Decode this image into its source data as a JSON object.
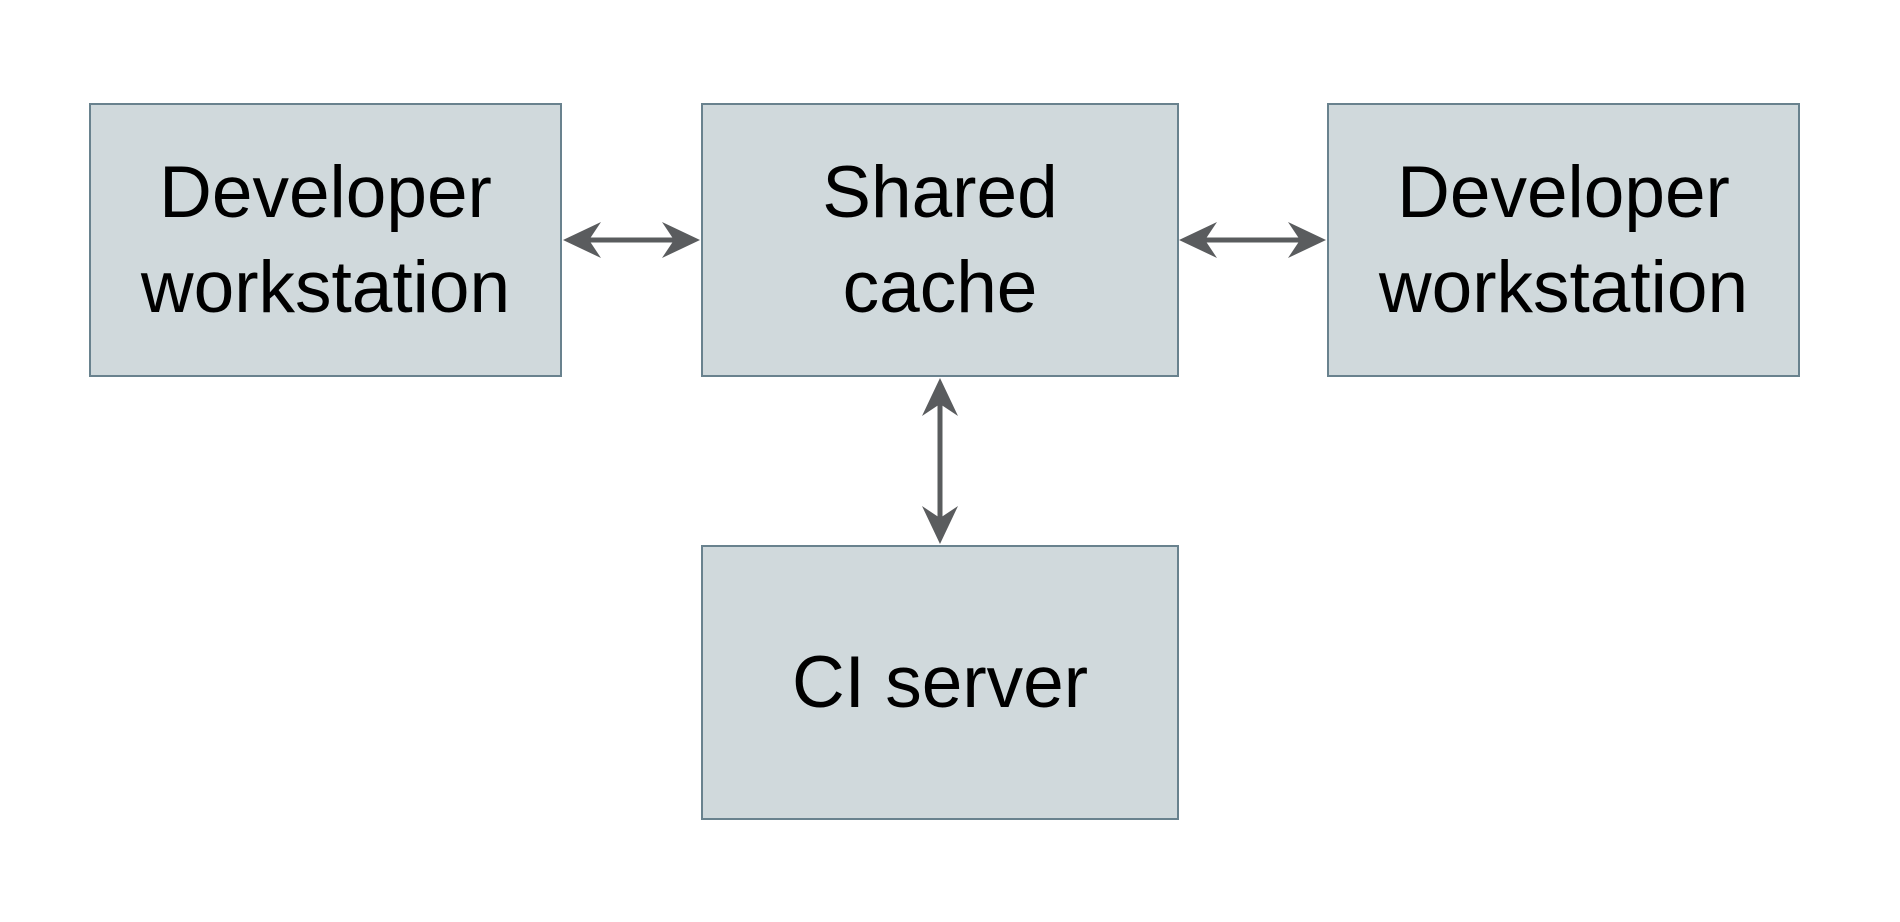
{
  "diagram": {
    "nodes": [
      {
        "id": "developer-workstation-left",
        "label": "Developer workstation",
        "lines": [
          "Developer",
          "workstation"
        ]
      },
      {
        "id": "shared-cache",
        "label": "Shared cache",
        "lines": [
          "Shared",
          "cache"
        ]
      },
      {
        "id": "developer-workstation-right",
        "label": "Developer workstation",
        "lines": [
          "Developer",
          "workstation"
        ]
      },
      {
        "id": "ci-server",
        "label": "CI server",
        "lines": [
          "CI server"
        ]
      }
    ],
    "edges": [
      {
        "from": "developer-workstation-left",
        "to": "shared-cache",
        "direction": "bidirectional"
      },
      {
        "from": "developer-workstation-right",
        "to": "shared-cache",
        "direction": "bidirectional"
      },
      {
        "from": "ci-server",
        "to": "shared-cache",
        "direction": "bidirectional"
      }
    ],
    "colors": {
      "background": "#ffffff",
      "node_fill": "#d0d9dc",
      "node_border": "#69828e",
      "arrow": "#5a5c5e",
      "text": "#000000"
    }
  }
}
